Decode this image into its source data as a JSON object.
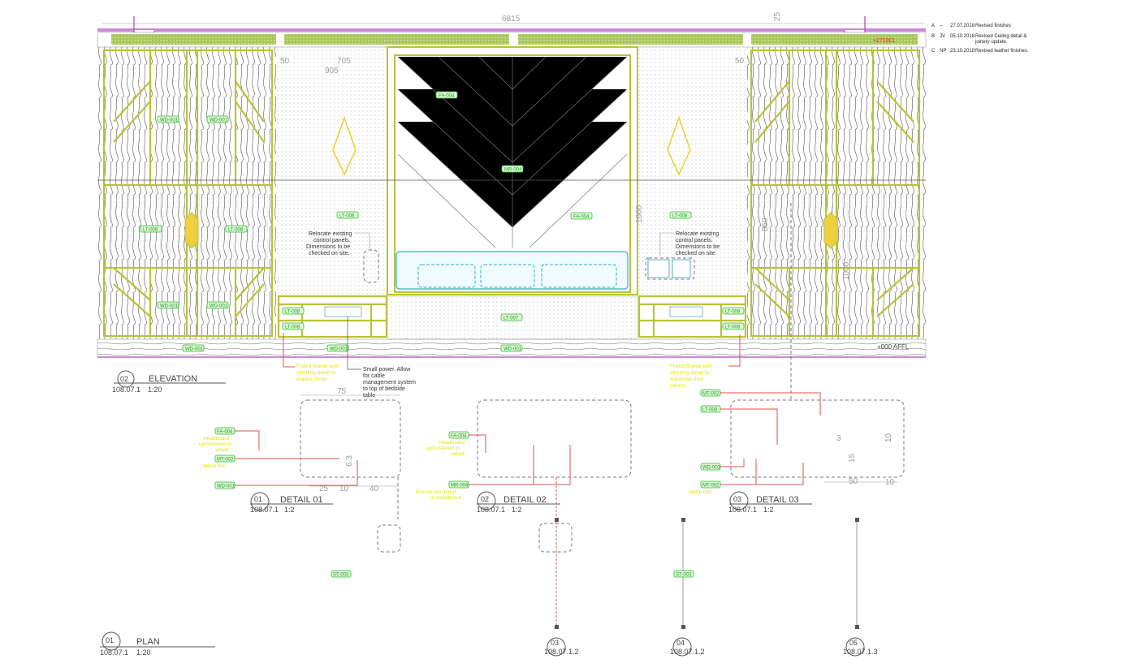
{
  "revisions": [
    {
      "rev": "A",
      "by": "--",
      "date": "27.07.2018",
      "desc": "Revised finishes"
    },
    {
      "rev": "B",
      "by": "JV",
      "date": "05.10.2018",
      "desc": "Revised Ceiling detail &",
      "desc2": "joinery update."
    },
    {
      "rev": "C",
      "by": "NP",
      "date": "23.10.2018",
      "desc": "Revised leather finishes."
    }
  ],
  "dimensions": {
    "overall": "6815",
    "d25": "25",
    "d50a": "50",
    "d705": "705",
    "d905": "905",
    "d50b": "50",
    "d1000a": "1000",
    "d1000b": "1000",
    "d850": "850",
    "det1": [
      "75",
      "25",
      "10",
      "40",
      "6.3"
    ],
    "det3": [
      "3",
      "15",
      "10",
      "50",
      "10"
    ]
  },
  "level_ceiling": "+2710CL",
  "level_floor": "+000 AFFL",
  "tags": {
    "wd": "WD-001",
    "lt": "LT-008",
    "fa": "FA-004",
    "mr": "MR-004",
    "lt_bed": "LT-007",
    "mt": "MT-002",
    "ltd": "LT-008",
    "st": "ST-003",
    "wd_skirt": "WD-001"
  },
  "notes": {
    "relocate_left": [
      "Relocate existing",
      "control panels.",
      "Dimensions to be",
      "checked on site."
    ],
    "relocate_right": [
      "Relocate existing",
      "control panels.",
      "Dimensions to be",
      "checked on site."
    ],
    "small_power": [
      "Small power. Allow",
      "for cable",
      "management system",
      "to top of bedside",
      "table"
    ],
    "fluted_left": [
      "Fluted Suede with",
      "stitching detail to",
      "drawer fronts"
    ],
    "fluted_right": [
      "Fluted Suede with",
      "stitching detail to",
      "wardrobe door",
      "panels."
    ],
    "headboard_velvet": [
      "Headboard",
      "upholstered in",
      "velvet"
    ],
    "metal_trim": "Metal trim",
    "bronze_mirror": [
      "Bronze tint mirror",
      "to headboard"
    ]
  },
  "views": {
    "elevation": {
      "num": "02",
      "name": "ELEVATION",
      "ref": "108.07.1",
      "scale": "1:20"
    },
    "plan": {
      "num": "01",
      "name": "PLAN",
      "ref": "108.07.1",
      "scale": "1:20"
    },
    "detail1": {
      "num": "01",
      "name": "DETAIL  01",
      "ref": "108.07.1",
      "scale": "1:2"
    },
    "detail2": {
      "num": "02",
      "name": "DETAIL  02",
      "ref": "108.07.1",
      "scale": "1:2"
    },
    "detail3": {
      "num": "03",
      "name": "DETAIL  03",
      "ref": "108.07.1",
      "scale": "1:2"
    },
    "sec03": {
      "num": "03",
      "ref": "108.07.1.2"
    },
    "sec04": {
      "num": "04",
      "ref": "108.07.1.2"
    },
    "sec05": {
      "num": "05",
      "ref": "108.07.1.3"
    }
  },
  "colors": {
    "frame": "#b9c23a",
    "leader": "#e05050",
    "tag": "#2fbf2f",
    "note": "#e6e600",
    "upholstery": "#33aacc",
    "ceiling": "#a8c85a",
    "wall_line": "#b040c0"
  }
}
